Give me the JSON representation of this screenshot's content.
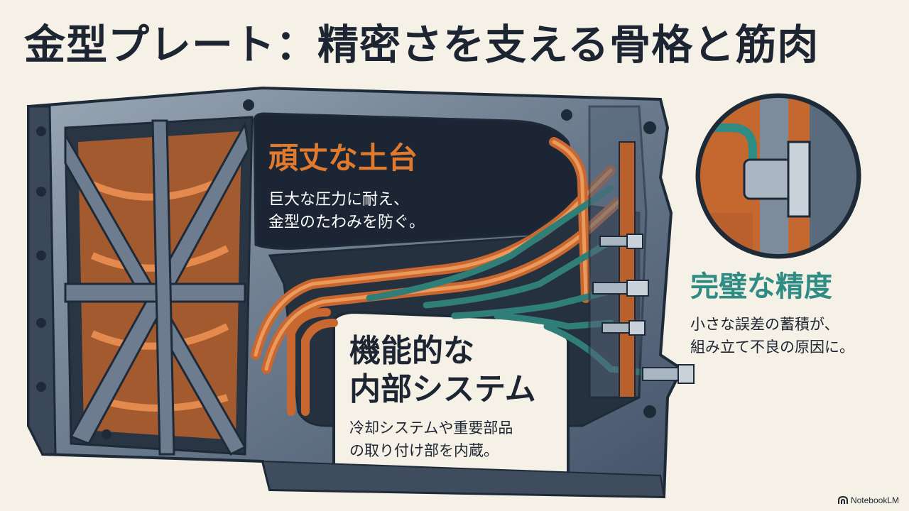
{
  "title": "金型プレート：精密さを支える骨格と筋肉",
  "callouts": {
    "foundation": {
      "heading": "頑丈な土台",
      "lines": [
        "巨大な圧力に耐え、",
        "金型のたわみを防ぐ。"
      ]
    },
    "precision": {
      "heading": "完璧な精度",
      "lines": [
        "小さな誤差の蓄積が、",
        "組み立て不良の原因に。"
      ]
    },
    "internal": {
      "heading_lines": [
        "機能的な",
        "内部システム"
      ],
      "lines": [
        "冷却システムや重要部品",
        "の取り付け部を内蔵。"
      ]
    }
  },
  "watermark": {
    "text": "NotebookLM",
    "icon": "notebooklm-logo-icon"
  },
  "colors": {
    "background": "#f5f1e6",
    "steel": "#5e6f82",
    "steel_light": "#8e9cab",
    "steel_dark": "#2f3c4c",
    "copper": "#d9743a",
    "teal": "#2f8c84",
    "navy": "#1d2533"
  }
}
